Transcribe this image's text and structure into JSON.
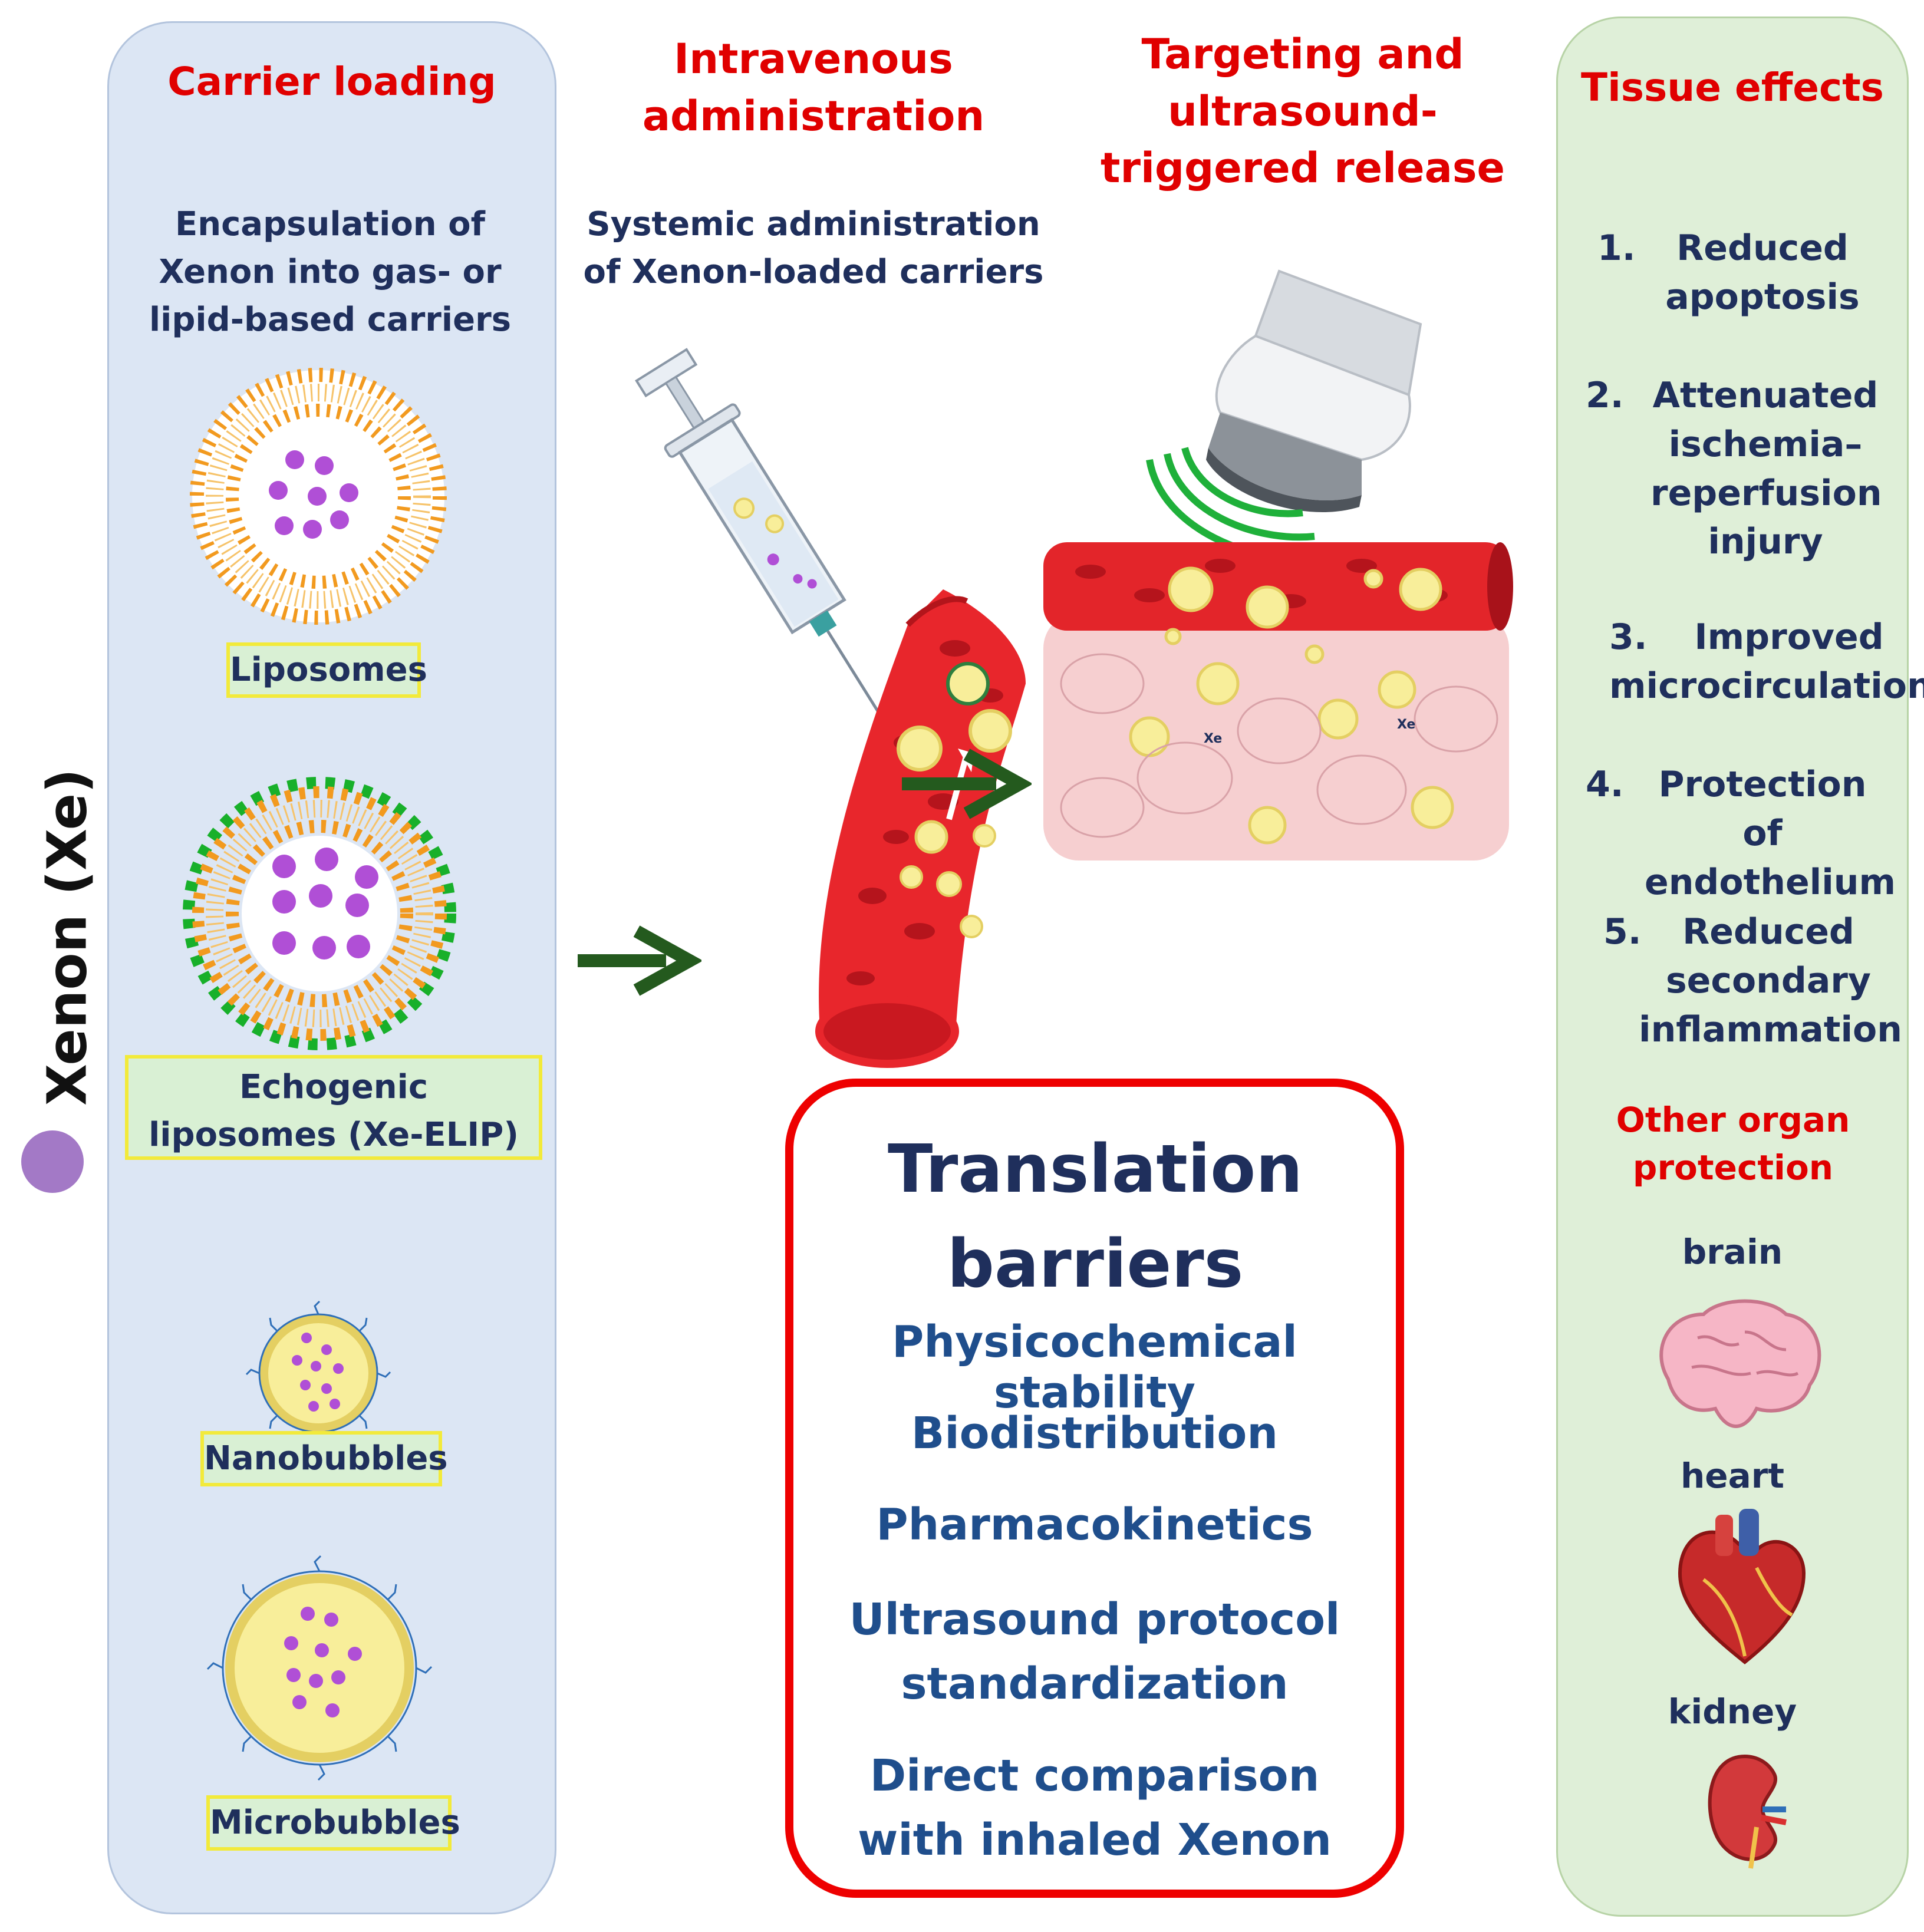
{
  "axis_label": "Xenon (Xe)",
  "left": {
    "title": "Carrier loading",
    "description": "Encapsulation of Xenon into gas- or lipid-based carriers",
    "carriers": [
      {
        "label": "Liposomes"
      },
      {
        "label": "Echogenic liposomes (Xe-ELIP)"
      },
      {
        "label": "Nanobubbles"
      },
      {
        "label": "Microbubbles"
      }
    ]
  },
  "middle": {
    "title": "Intravenous administration",
    "description": "Systemic administration of Xenon-loaded carriers"
  },
  "targeting": {
    "title": "Targeting and ultrasound-triggered release",
    "xe_tags": [
      "Xe",
      "Xe"
    ]
  },
  "barriers": {
    "title": "Translation barriers",
    "items": [
      "Physicochemical stability",
      "Biodistribution",
      "Pharmacokinetics",
      "Ultrasound protocol standardization",
      "Direct comparison with inhaled Xenon"
    ]
  },
  "right": {
    "title": "Tissue effects",
    "effects": [
      {
        "num": "1.",
        "text": "Reduced apoptosis"
      },
      {
        "num": "2.",
        "text": "Attenuated ischemia– reperfusion injury"
      },
      {
        "num": "3.",
        "text": "Improved microcirculation"
      },
      {
        "num": "4.",
        "text": "Protection of endothelium"
      },
      {
        "num": "5.",
        "text": "Reduced secondary inflammation"
      }
    ],
    "other_title": "Other organ protection",
    "organs": [
      "brain",
      "heart",
      "kidney"
    ]
  },
  "colors": {
    "title_red": "#e00000",
    "text_navy": "#1f2f5c",
    "barrier_blue": "#1f4e8c",
    "left_panel": "#dce6f4",
    "right_panel": "#dfefd8",
    "arrow_green": "#245a1e",
    "xenon_dot": "#a379c6"
  }
}
